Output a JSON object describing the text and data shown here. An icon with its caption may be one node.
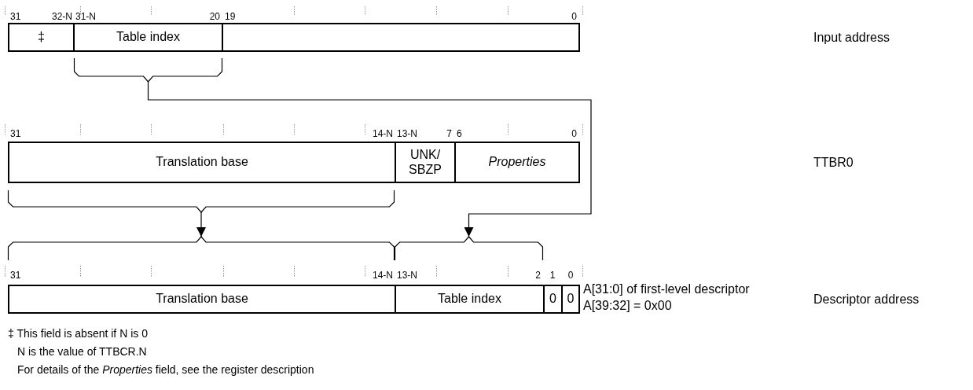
{
  "diagram": {
    "nodes": [
      {
        "text": [
          "‡"
        ]
      },
      {
        "text": [
          "Table index"
        ]
      },
      {
        "text": [],
        "shape": "box"
      },
      {
        "text": [],
        "shape": "brace"
      },
      {
        "text": [
          "Translation base"
        ]
      },
      {
        "text": [
          "UNK/ SBZP"
        ]
      },
      {
        "text": [
          "Properties"
        ]
      },
      {
        "text": [],
        "shape": "brace"
      },
      {
        "text": [],
        "shape": "brace"
      },
      {
        "text": [],
        "shape": "brace"
      },
      {
        "text": [
          "Translation base"
        ]
      },
      {
        "text": [
          "Table index"
        ]
      },
      {
        "text": [
          "0"
        ]
      },
      {
        "text": [
          "0"
        ]
      }
    ],
    "edges": [
      {
        "from": 3,
        "to": 9,
        "arrow": "to"
      },
      {
        "from": 7,
        "to": 8,
        "arrow": "to"
      }
    ],
    "labels": [
      "31",
      "32-N",
      "31-N",
      "20",
      "19",
      "0",
      "Input address",
      "31",
      "14-N",
      "13-N",
      "7",
      "6",
      "0",
      "TTBR0",
      "31",
      "14-N",
      "13-N",
      "2",
      "1",
      "0",
      "A[31:0] of first-level descriptor",
      "Descriptor address",
      "A[39:32] = 0x00",
      "‡ This field is absent if N is 0",
      "N is the value of TTBCR.N",
      "For details of the *Properties* field, see the register description"
    ]
  }
}
